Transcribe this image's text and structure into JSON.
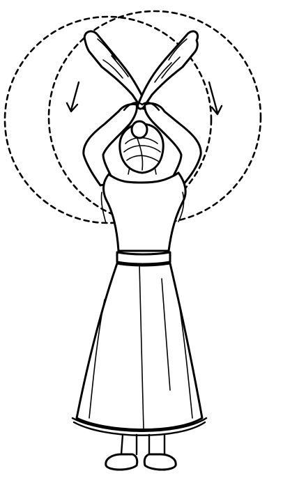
{
  "figure": {
    "subject": "woman-swinging-indian-clubs",
    "colors": {
      "ink": "#000000",
      "paper": "#ffffff"
    },
    "icons": [
      "dashed-circle-path",
      "arrow-left-down",
      "arrow-right-down"
    ]
  }
}
